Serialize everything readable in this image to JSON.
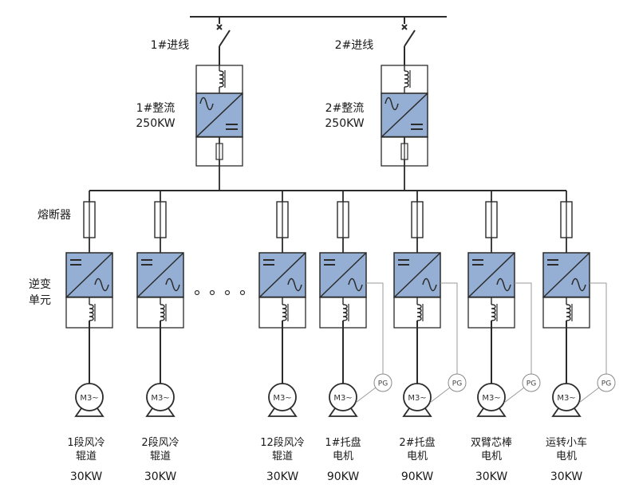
{
  "title": "Single-line diagram: rectifier + inverter drive system",
  "colors": {
    "converter_fill": "#94afd3",
    "line": "#2b2b2b",
    "feedback_line": "#9a9a9a",
    "background": "#ffffff"
  },
  "incoming": [
    {
      "id": "in1",
      "label": "1#进线",
      "rectifier_name": "1#整流",
      "rectifier_power": "250KW"
    },
    {
      "id": "in2",
      "label": "2#进线",
      "rectifier_name": "2#整流",
      "rectifier_power": "250KW"
    }
  ],
  "side_labels": {
    "fuse": "熔断器",
    "inverter_line1": "逆变",
    "inverter_line2": "单元"
  },
  "ellipsis": "○ ○ ○ ○",
  "motor_symbol_text": "M3~",
  "encoder_symbol_text": "PG",
  "loads": [
    {
      "name_line1": "1段风冷",
      "name_line2": "辊道",
      "power": "30KW",
      "encoder": false
    },
    {
      "name_line1": "2段风冷",
      "name_line2": "辊道",
      "power": "30KW",
      "encoder": false
    },
    {
      "name_line1": "12段风冷",
      "name_line2": "辊道",
      "power": "30KW",
      "encoder": false
    },
    {
      "name_line1": "1#托盘",
      "name_line2": "电机",
      "power": "90KW",
      "encoder": true
    },
    {
      "name_line1": "2#托盘",
      "name_line2": "电机",
      "power": "90KW",
      "encoder": true
    },
    {
      "name_line1": "双臂芯棒",
      "name_line2": "电机",
      "power": "30KW",
      "encoder": true
    },
    {
      "name_line1": "运转小车",
      "name_line2": "电机",
      "power": "30KW",
      "encoder": true
    }
  ]
}
